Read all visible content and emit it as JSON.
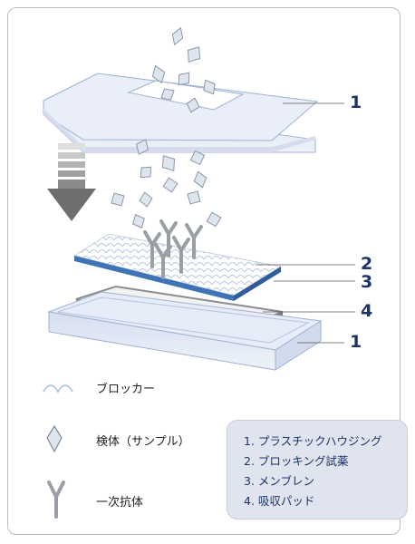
{
  "callouts": {
    "housing_top": "1",
    "blocker_layer": "2",
    "membrane": "3",
    "pad": "4",
    "housing_bottom": "1"
  },
  "legend": {
    "blocker": "ブロッカー",
    "sample": "検体（サンプル）",
    "antibody": "一次抗体"
  },
  "parts": [
    "1. プラスチックハウジング",
    "2. ブロッキング試薬",
    "3. メンブレン",
    "4. 吸収パッド"
  ],
  "colors": {
    "callout": "#1d3266",
    "membrane": "#3f73b8",
    "housing": "#e6edf8",
    "pad": "#8a8c90",
    "parts_bg": "#dfe4ef"
  }
}
